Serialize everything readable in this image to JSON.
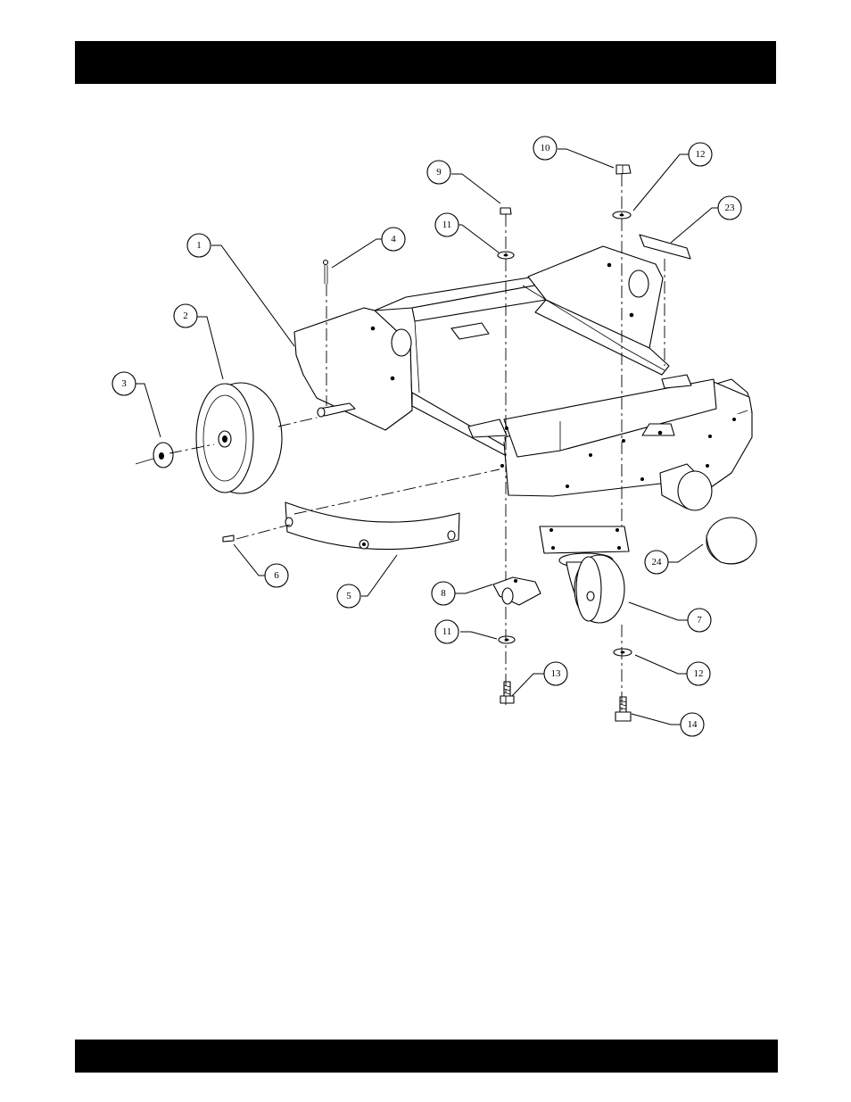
{
  "header": {
    "text": ""
  },
  "footer": {
    "text": ""
  },
  "callouts": [
    {
      "number": "1",
      "part": "frame"
    },
    {
      "number": "2",
      "part": "wheel"
    },
    {
      "number": "3",
      "part": "washer"
    },
    {
      "number": "4",
      "part": "cotter-pin"
    },
    {
      "number": "5",
      "part": "bumper-strap"
    },
    {
      "number": "6",
      "part": "screw"
    },
    {
      "number": "7",
      "part": "caster"
    },
    {
      "number": "8",
      "part": "bracket"
    },
    {
      "number": "9",
      "part": "nut"
    },
    {
      "number": "10",
      "part": "nut"
    },
    {
      "number": "11",
      "part": "washer"
    },
    {
      "number": "11",
      "part": "washer"
    },
    {
      "number": "12",
      "part": "washer"
    },
    {
      "number": "12",
      "part": "washer"
    },
    {
      "number": "13",
      "part": "bolt"
    },
    {
      "number": "14",
      "part": "bolt"
    },
    {
      "number": "23",
      "part": "decal"
    },
    {
      "number": "24",
      "part": "cap"
    }
  ]
}
